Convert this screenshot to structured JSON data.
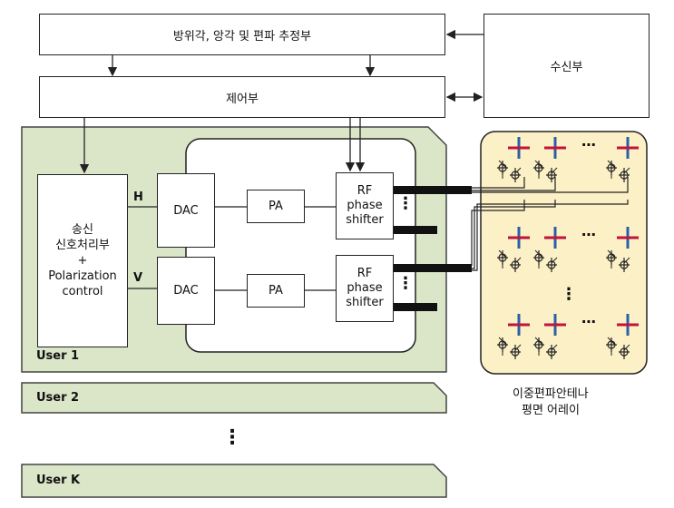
{
  "blocks": {
    "estimator": "방위각, 앙각 및 편파 추정부",
    "receiver": "수신부",
    "controller": "제어부",
    "tx_processor": [
      "송신",
      "신호처리부",
      "+",
      "Polarization",
      "control"
    ],
    "dac_h": "DAC",
    "dac_v": "DAC",
    "pa_h": "PA",
    "pa_v": "PA",
    "phase_shifter_h": [
      "RF",
      "phase",
      "shifter"
    ],
    "phase_shifter_v": [
      "RF",
      "phase",
      "shifter"
    ]
  },
  "signals": {
    "h": "H",
    "v": "V"
  },
  "users": [
    "User 1",
    "User 2",
    "User K"
  ],
  "vertical_ellipsis": "⋮",
  "horizontal_ellipsis": "⋯",
  "antenna_caption": [
    "이중편파안테나",
    "평면 어레이"
  ],
  "colors": {
    "user_fill": "#dbe6c8",
    "array_fill": "#fcf0c6",
    "element_red": "#c0143c",
    "element_blue": "#2b5fa8"
  }
}
